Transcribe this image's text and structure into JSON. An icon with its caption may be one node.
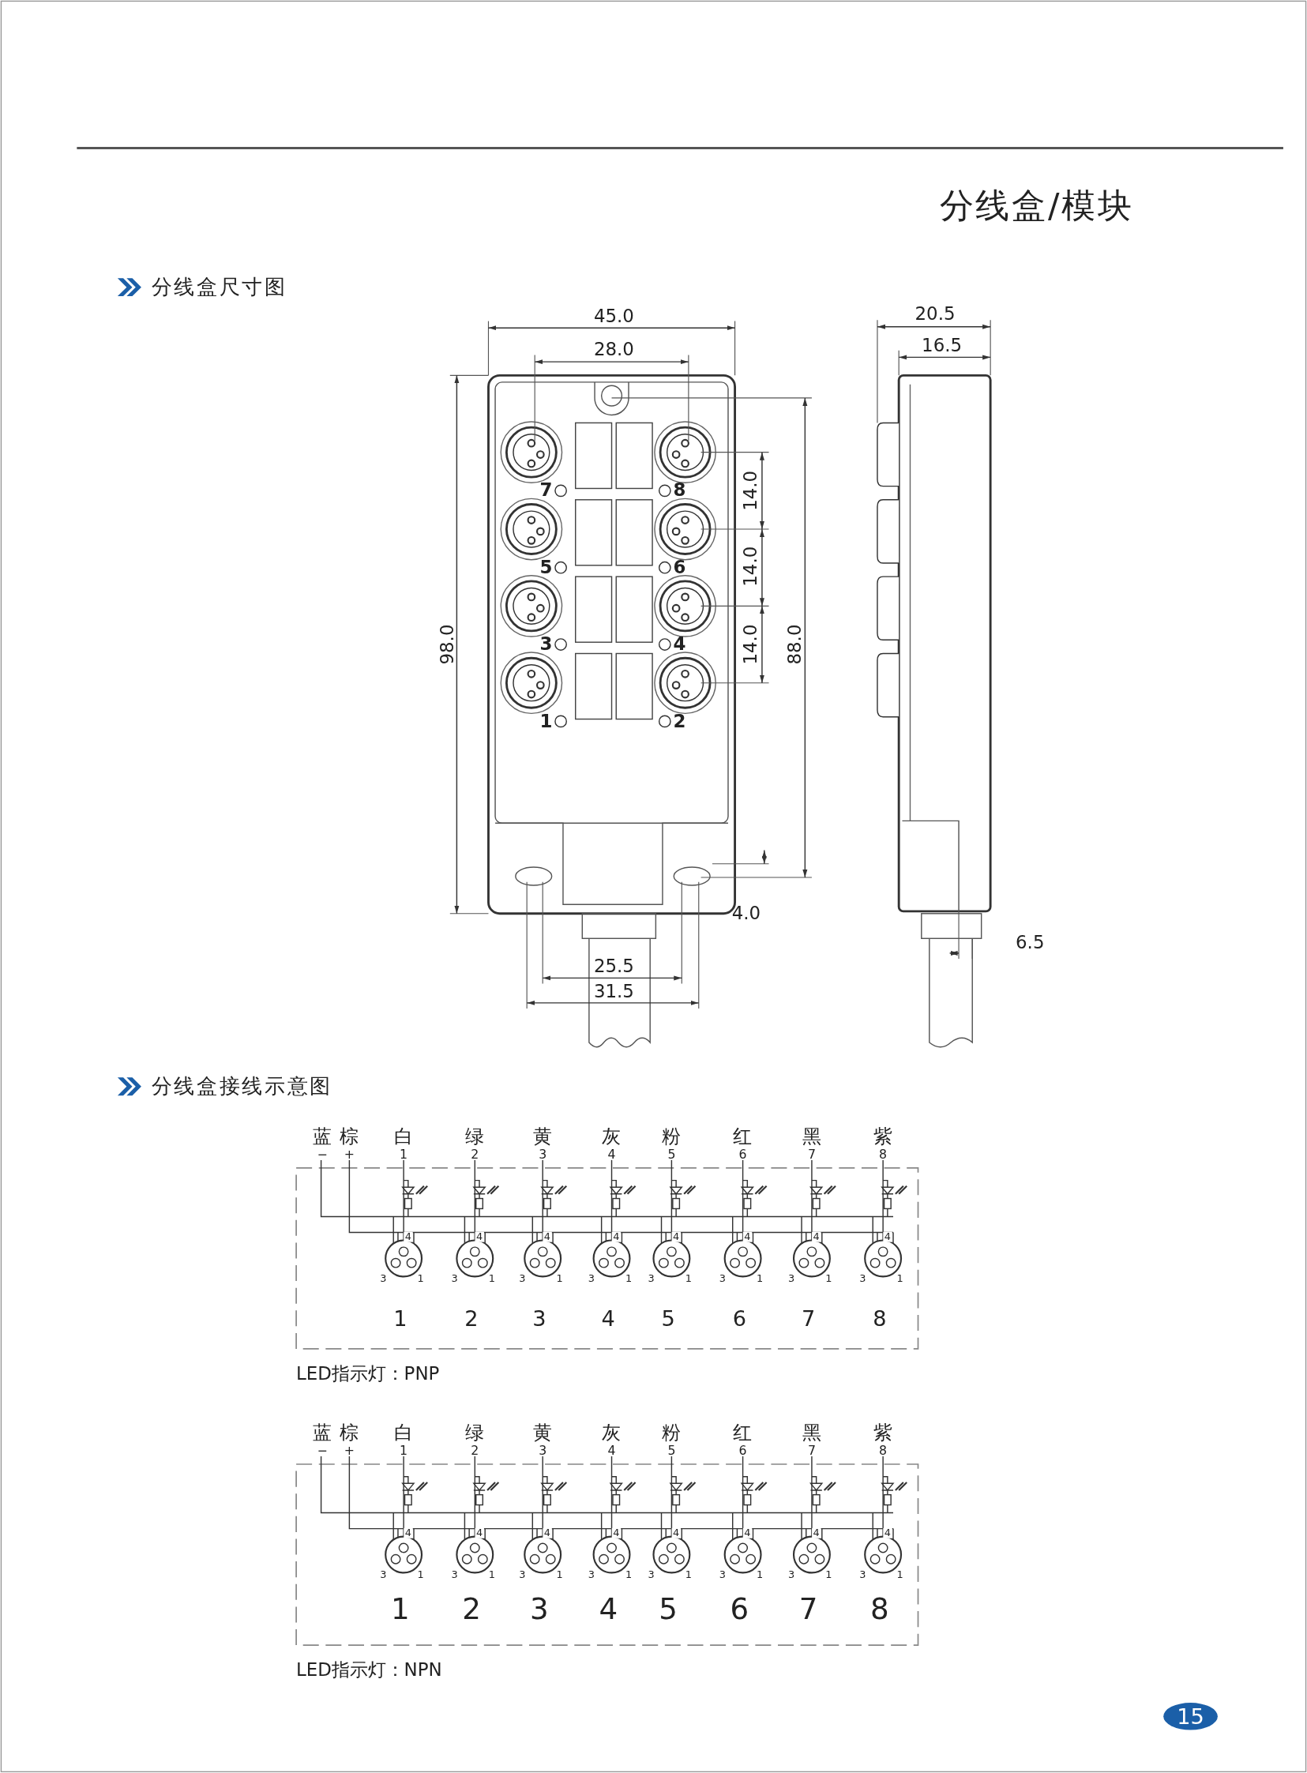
{
  "diagram": {
    "labels": [
      "分线盒/模块",
      "分线盒尺寸图",
      "45.0",
      "28.0",
      "20.5",
      "16.5",
      "14.0",
      "14.0",
      "98.0",
      "14.0",
      "88.0",
      "4.0",
      "6.5",
      "25.5",
      "31.5",
      "7",
      "8",
      "5",
      "6",
      "3",
      "4",
      "1",
      "2",
      "分线盒接线示意图",
      "蓝",
      "棕",
      "白",
      "绿",
      "黄",
      "灰",
      "粉",
      "红",
      "黑",
      "紫",
      "−",
      "+",
      "1",
      "2",
      "3",
      "4",
      "5",
      "6",
      "7",
      "8",
      "4",
      "3",
      "1",
      "4",
      "3",
      "1",
      "4",
      "3",
      "1",
      "4",
      "3",
      "1",
      "4",
      "3",
      "1",
      "4",
      "3",
      "1",
      "4",
      "3",
      "1",
      "4",
      "3",
      "1",
      "1",
      "2",
      "3",
      "4",
      "5",
      "6",
      "7",
      "8",
      "LED指示灯：PNP",
      "蓝",
      "棕",
      "白",
      "绿",
      "黄",
      "灰",
      "粉",
      "红",
      "黑",
      "紫",
      "−",
      "+",
      "1",
      "2",
      "3",
      "4",
      "5",
      "6",
      "7",
      "8",
      "4",
      "3",
      "1",
      "4",
      "3",
      "1",
      "4",
      "3",
      "1",
      "4",
      "3",
      "1",
      "4",
      "3",
      "1",
      "4",
      "3",
      "1",
      "4",
      "3",
      "1",
      "4",
      "3",
      "1",
      "1",
      "2",
      "3",
      "4",
      "5",
      "6",
      "7",
      "8",
      "LED指示灯：NPN",
      "15"
    ]
  }
}
